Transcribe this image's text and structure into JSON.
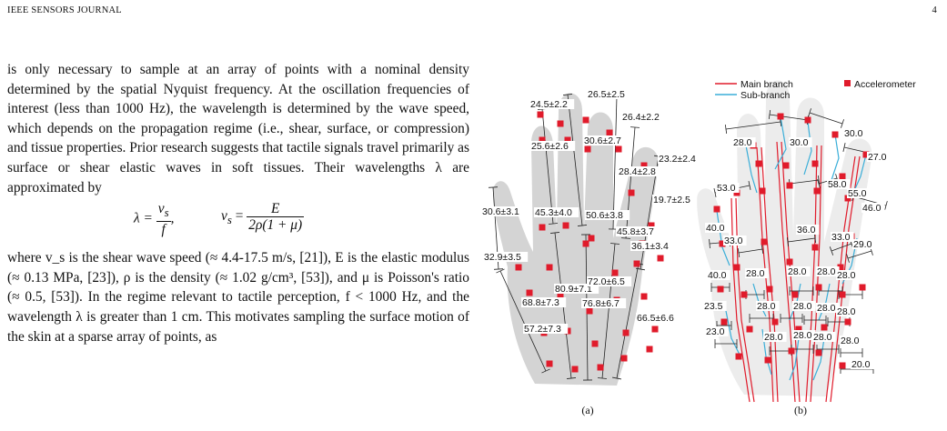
{
  "header": {
    "journal": "IEEE SENSORS JOURNAL",
    "page_number": "4"
  },
  "body_text": {
    "para1": "is only necessary to sample at an array of points with a nominal density determined by the spatial Nyquist frequency. At the oscillation frequencies of interest (less than 1000 Hz), the wavelength is determined by the wave speed, which depends on the propagation regime (i.e., shear, surface, or compression) and tissue properties. Prior research suggests that tactile signals travel primarily as surface or shear elastic waves in soft tissues. Their wavelengths λ are approximated by",
    "equation": {
      "lambda": "λ =",
      "lambda_num": "v",
      "lambda_num_sub": "s",
      "lambda_den": "f",
      "comma": ",",
      "vs": "v",
      "vs_sub": "s",
      "vs_eq": "=",
      "vs_num": "E",
      "vs_den": "2ρ(1 + μ)"
    },
    "para2": "where v_s is the shear wave speed (≈ 4.4-17.5 m/s, [21]), E is the elastic modulus (≈ 0.13 MPa, [23]), ρ is the density (≈ 1.02 g/cm³, [53]), and μ is Poisson's ratio (≈ 0.5, [53]). In the regime relevant to tactile perception, f < 1000 Hz, and the wavelength λ is greater than 1 cm. This motivates sampling the surface motion of the skin at a sparse array of points, as"
  },
  "figure": {
    "panel_a": {
      "caption": "(a)",
      "labels": [
        "24.5±2.2",
        "26.5±2.5",
        "26.4±2.2",
        "25.6±2.6",
        "30.6±2.7",
        "23.2±2.4",
        "28.4±2.8",
        "19.7±2.5",
        "30.6±3.1",
        "45.3±4.0",
        "50.6±3.8",
        "45.8±3.7",
        "36.1±3.4",
        "32.9±3.5",
        "80.9±7.1",
        "72.0±6.5",
        "68.8±7.3",
        "76.8±6.7",
        "66.5±6.6",
        "57.2±7.3"
      ]
    },
    "panel_b": {
      "caption": "(b)",
      "legend": {
        "main_branch": "Main branch",
        "sub_branch": "Sub-branch",
        "accelerometer": "Accelerometer"
      },
      "labels": [
        "30.0",
        "30.0",
        "28.0",
        "27.0",
        "53.0",
        "58.0",
        "55.0",
        "46.0",
        "40.0",
        "36.0",
        "33.0",
        "33.0",
        "29.0",
        "40.0",
        "28.0",
        "28.0",
        "28.0",
        "28.0",
        "23.5",
        "28.0",
        "28.0",
        "28.0",
        "28.0",
        "23.0",
        "28.0",
        "28.0",
        "28.0",
        "28.0",
        "20.0"
      ]
    },
    "colors": {
      "hand": "#d4d4d4",
      "accelerometer": "#e01b2b",
      "main_branch": "#e01b2b",
      "sub_branch": "#3aaed8",
      "dim_line": "#222222"
    }
  }
}
